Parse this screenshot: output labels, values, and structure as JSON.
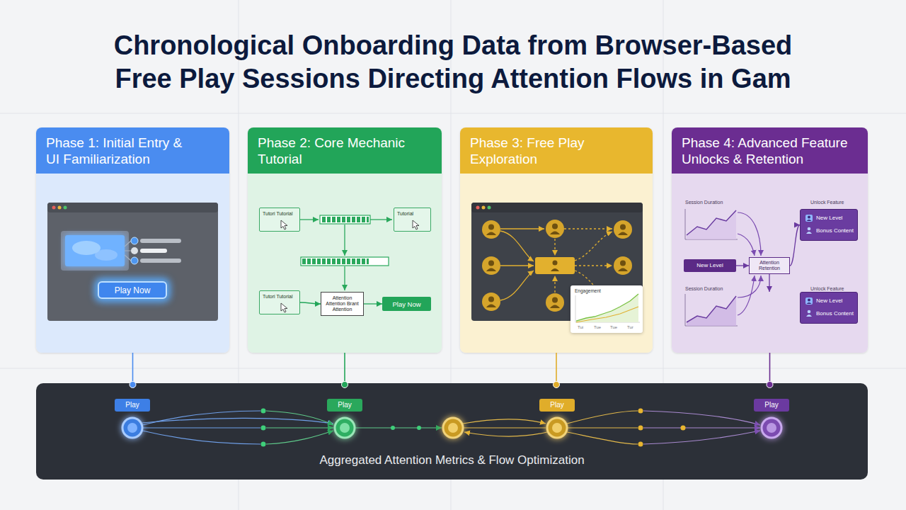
{
  "diagram": {
    "title": "Chronological Onboarding Data from Browser-Based Free Play Sessions Directing Attention Flows in Gam",
    "nodes": [
      {
        "text": [
          "Phase 1: Initial Entry & UI Familiarization"
        ]
      },
      {
        "text": [
          "Play Now"
        ],
        "in": 0
      },
      {
        "text": [
          "Phase 2: Core Mechanic Tutorial"
        ]
      },
      {
        "text": [
          "Tutori Tutorial"
        ],
        "in": 2
      },
      {
        "text": [
          "Tutorial"
        ],
        "in": 2
      },
      {
        "text": [
          "Tutori Tutorial"
        ],
        "in": 2
      },
      {
        "text": [
          "Attention Attention Brant Attention"
        ],
        "in": 2
      },
      {
        "text": [
          "Play Now"
        ],
        "in": 2
      },
      {
        "text": [
          "Phase 3: Free Play Exploration"
        ]
      },
      {
        "text": [
          "Engagement",
          "Tui",
          "Tue",
          "Tue",
          "Tur"
        ],
        "in": 8
      },
      {
        "text": [
          "Phase 4: Advanced Feature Unlocks & Retention"
        ]
      },
      {
        "text": [
          "New Level"
        ],
        "in": 10
      },
      {
        "text": [
          "Attention Retention"
        ],
        "in": 10
      },
      {
        "text": [
          "New Level",
          "Bonus Content"
        ],
        "in": 10
      },
      {
        "text": [
          "New Level",
          "Bonus Content"
        ],
        "in": 10
      },
      {
        "text": [
          "Aggregated Attention Metrics & Flow Optimization"
        ]
      },
      {
        "text": [
          "Play"
        ],
        "in": 15
      },
      {
        "text": [
          "Play"
        ],
        "in": 15
      },
      {
        "text": [
          "Play"
        ],
        "in": 15
      },
      {
        "text": [
          "Play"
        ],
        "in": 15
      }
    ],
    "edges": [
      {
        "from": 0,
        "to": 15,
        "arrow": "none"
      },
      {
        "from": 2,
        "to": 15,
        "arrow": "none"
      },
      {
        "from": 8,
        "to": 15,
        "arrow": "none"
      },
      {
        "from": 10,
        "to": 15,
        "arrow": "none"
      },
      {
        "from": 5,
        "to": 6,
        "arrow": "to"
      },
      {
        "from": 6,
        "to": 7,
        "arrow": "to"
      },
      {
        "from": 11,
        "to": 12,
        "arrow": "to"
      },
      {
        "from": 12,
        "to": 13,
        "arrow": "to"
      },
      {
        "from": 12,
        "to": 14,
        "arrow": "to"
      }
    ],
    "labels": [
      "Session Duration",
      "Unlock Feature",
      "Session Duration",
      "Unlock Feature"
    ]
  }
}
